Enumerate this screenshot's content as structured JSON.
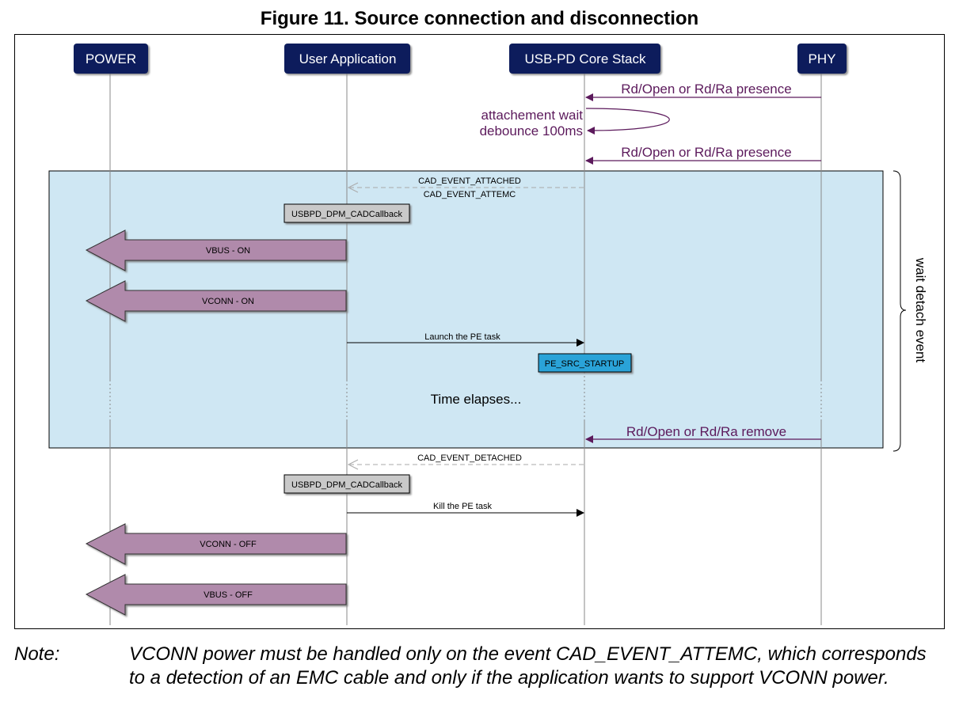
{
  "title": "Figure 11. Source connection and disconnection",
  "participants": [
    "POWER",
    "User Application",
    "USB-PD Core Stack",
    "PHY"
  ],
  "messages": {
    "phy_presence_1": "Rd/Open or Rd/Ra presence",
    "debounce_line1": "attachement wait",
    "debounce_line2": "debounce 100ms",
    "phy_presence_2": "Rd/Open or Rd/Ra presence",
    "cad_attached": "CAD_EVENT_ATTACHED",
    "cad_attemc": "CAD_EVENT_ATTEMC",
    "callback_1": "USBPD_DPM_CADCallback",
    "vbus_on": "VBUS - ON",
    "vconn_on": "VCONN - ON",
    "launch_pe": "Launch the PE task",
    "pe_src_startup": "PE_SRC_STARTUP",
    "time_elapses": "Time elapses...",
    "phy_remove": "Rd/Open or Rd/Ra remove",
    "cad_detached": "CAD_EVENT_DETACHED",
    "callback_2": "USBPD_DPM_CADCallback",
    "kill_pe": "Kill the PE task",
    "vconn_off": "VCONN - OFF",
    "vbus_off": "VBUS - OFF"
  },
  "brace_label": "wait detach event",
  "note": {
    "label": "Note:",
    "text": "VCONN power must be handled only on the event CAD_EVENT_ATTEMC, which corresponds to a detection of an EMC cable and only if the application wants to support VCONN power."
  },
  "colors": {
    "participant_fill": "#0d1f5c",
    "phy_message": "#5c1a5c",
    "highlight_fill": "#cfe7f3",
    "power_arrow": "#b08aab",
    "callback_fill": "#c9c9c9",
    "state_fill": "#2aa3d8"
  }
}
